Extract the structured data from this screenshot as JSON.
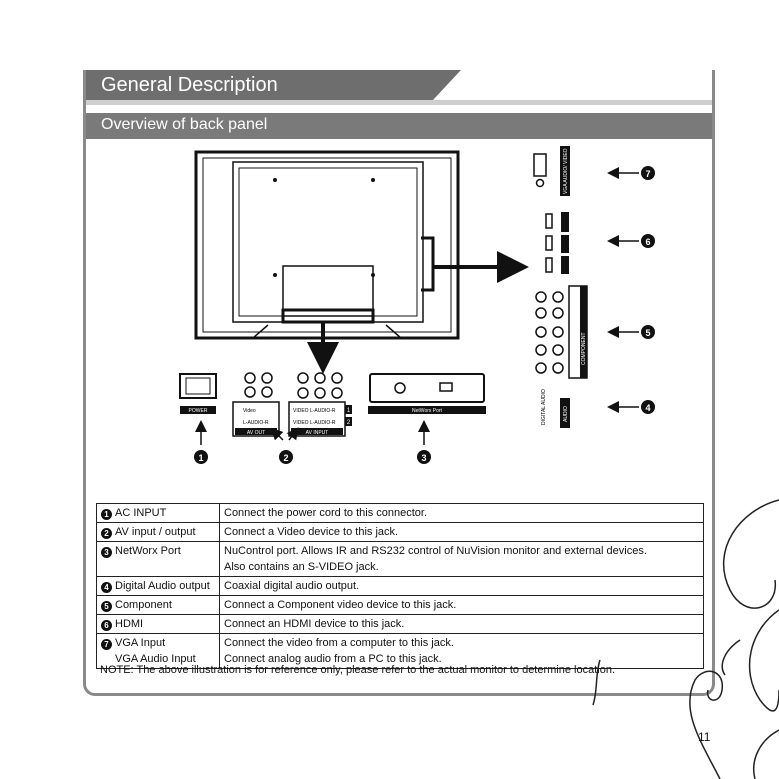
{
  "header": {
    "title": "General Description",
    "subtitle": "Overview of back panel"
  },
  "diagram": {
    "panel_labels": {
      "power": "POWER",
      "av_out_row1": "Video",
      "av_out_row2": "L-AUDIO-R",
      "av_out": "AV OUT",
      "av_in_row1": "VIDEO    L-AUDIO-R",
      "av_in_row2": "VIDEO    L-AUDIO-R",
      "av_in": "AV INPUT",
      "av_in_num1": "1",
      "av_in_num2": "2",
      "networx": "NetWorx Port",
      "vga": "VGA AUDIO/ VIDEO",
      "component": "COMPONENT",
      "digital_audio": "DIGITAL AUDIO",
      "audio": "AUDIO"
    },
    "callouts": [
      "1",
      "2",
      "3",
      "4",
      "5",
      "6",
      "7"
    ]
  },
  "table": {
    "rows": [
      {
        "num": "1",
        "name": "AC INPUT",
        "desc": [
          "Connect the power cord to this connector."
        ]
      },
      {
        "num": "2",
        "name": "AV input / output",
        "desc": [
          "Connect a Video device to this jack."
        ]
      },
      {
        "num": "3",
        "name": "NetWorx Port",
        "desc": [
          "NuControl port. Allows IR and RS232 control of NuVision monitor and external devices.",
          "Also contains an S-VIDEO jack."
        ]
      },
      {
        "num": "4",
        "name": "Digital Audio output",
        "desc": [
          "Coaxial digital audio output."
        ]
      },
      {
        "num": "5",
        "name": "Component",
        "desc": [
          "Connect a Component video device to this jack."
        ]
      },
      {
        "num": "6",
        "name": "HDMI",
        "desc": [
          "Connect an HDMI device to this jack."
        ]
      },
      {
        "num": "7",
        "name": "VGA Input",
        "name2": "VGA Audio Input",
        "desc": [
          "Connect the video from a computer to this jack.",
          "Connect analog audio from a PC to this jack."
        ]
      }
    ]
  },
  "note": "NOTE: The above illustration is for reference only, please refer to the actual monitor to determine location.",
  "page_number": "11"
}
